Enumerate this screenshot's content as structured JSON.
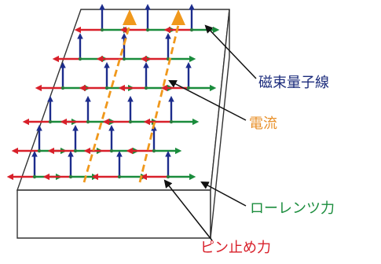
{
  "labels": {
    "flux": "磁束量子線",
    "current": "電流",
    "lorentz": "ローレンツ力",
    "pinning": "ピン止め力"
  },
  "colors": {
    "flux_arrow": "#1c2c8c",
    "lorentz_arrow": "#1a8c3c",
    "pinning_arrow": "#d8202a",
    "current": "#f0981c",
    "flux_label": "#1c2c7c",
    "current_label": "#e8902a",
    "lorentz_label": "#1a8c3c",
    "pinning_label": "#d8202a",
    "slab_outline": "#333333",
    "pointer": "#111111"
  },
  "icons": {
    "flux": "up-arrow",
    "lorentz": "right-arrow",
    "pinning": "left-arrow",
    "current": "dashed-arrow"
  }
}
